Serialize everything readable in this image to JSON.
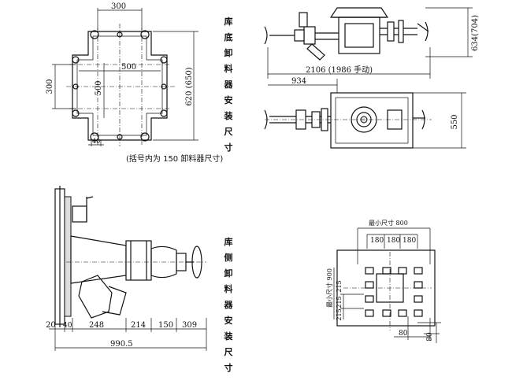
{
  "top_left": {
    "dim_300_top": "300",
    "dim_300_left": "300",
    "dim_500_h": "500",
    "dim_500_v": "500",
    "dim_620": "620 (650)",
    "dim_40": "40",
    "caption": "(括号内为 150 卸料器尺寸)",
    "vertical_label": "库底卸料器安装尺寸"
  },
  "top_right": {
    "dim_2106": "2106 (1986 手动)",
    "dim_634": "634(704)",
    "dim_934": "934",
    "dim_550": "550"
  },
  "bottom_left": {
    "dims": [
      "20",
      "40",
      "248",
      "214",
      "150",
      "309"
    ],
    "total": "990.5",
    "vertical_label": "库侧卸料器安装尺寸"
  },
  "bottom_right": {
    "top_label": "最小尺寸 800",
    "dims_180": [
      "180",
      "180",
      "180"
    ],
    "side_label": "最小尺寸 900",
    "dims_215": [
      "215",
      "215",
      "215"
    ],
    "dim_80_h": "80",
    "dim_80_v": "80"
  }
}
